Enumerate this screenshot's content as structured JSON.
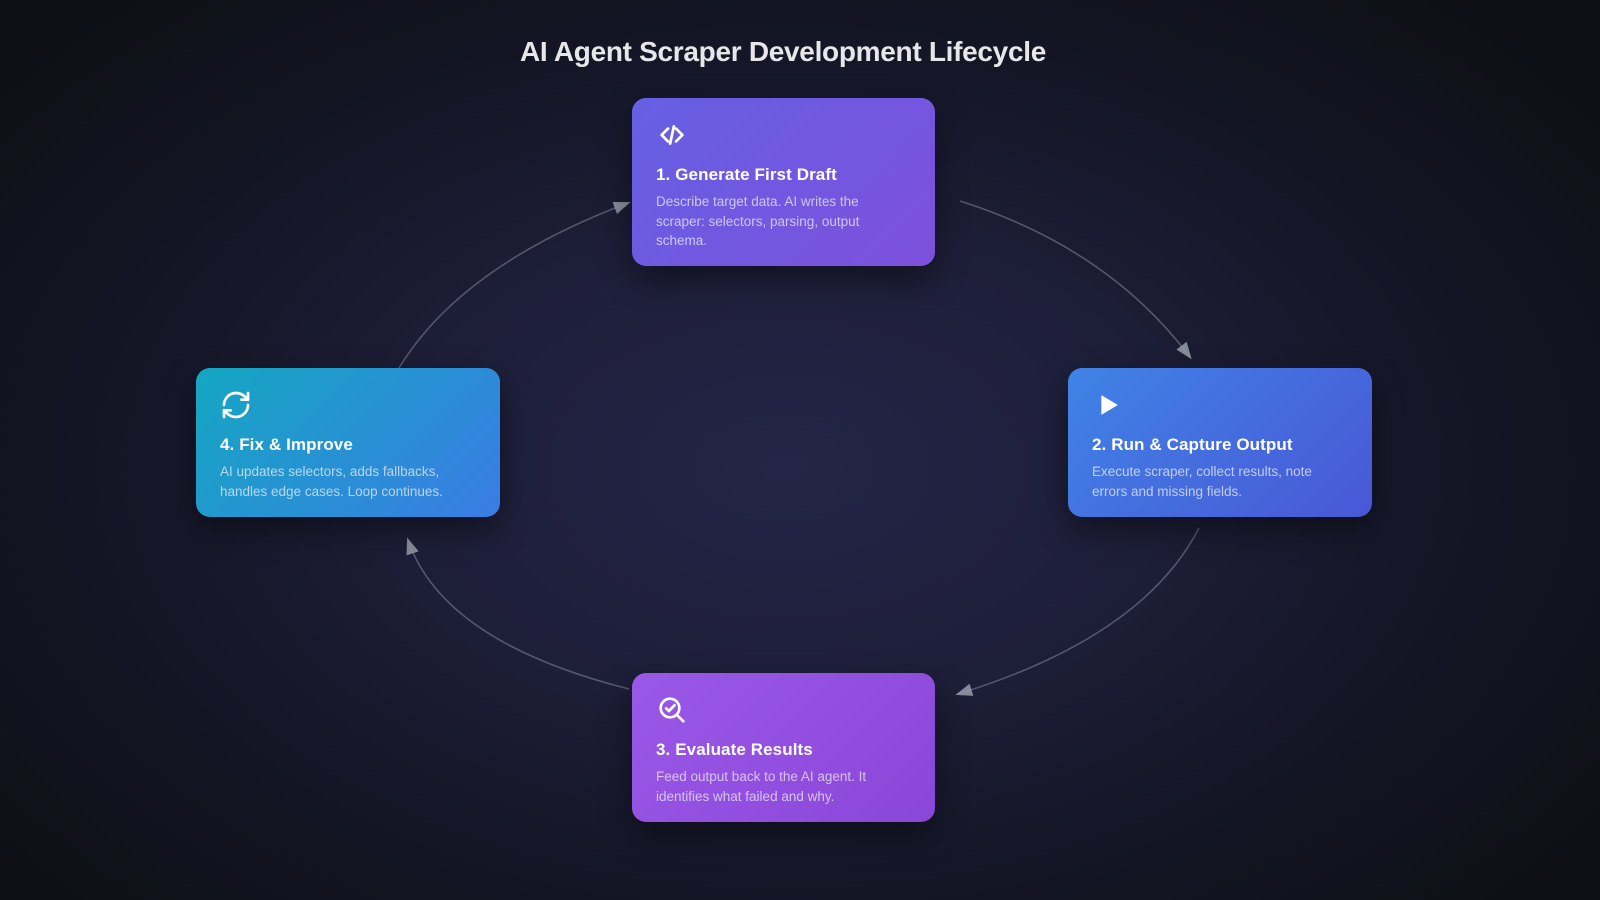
{
  "page": {
    "title": "AI Agent Scraper Development Lifecycle"
  },
  "colors": {
    "background_center": "#242548",
    "background_edge": "#0e1016",
    "title_text": "#e7e7ea",
    "arrow_line": "#8b91a3",
    "arrowhead": "#989daa",
    "card_title_text": "#ffffff",
    "card_description_text": "#f0f1fc"
  },
  "steps": [
    {
      "number": 1,
      "title": "1. Generate First Draft",
      "description": "Describe target data. AI writes the scraper: selectors, parsing, output schema.",
      "icon": "code-icon",
      "position": "top",
      "gradient_start": "#6560e4",
      "gradient_end": "#7e50dc"
    },
    {
      "number": 2,
      "title": "2. Run & Capture Output",
      "description": "Execute scraper, collect results, note errors and missing fields.",
      "icon": "play-icon",
      "position": "right",
      "gradient_start": "#3f83e6",
      "gradient_end": "#4a57d6"
    },
    {
      "number": 3,
      "title": "3. Evaluate Results",
      "description": "Feed output back to the AI agent. It identifies what failed and why.",
      "icon": "search-check-icon",
      "position": "bottom",
      "gradient_start": "#9a58e8",
      "gradient_end": "#8a46d8"
    },
    {
      "number": 4,
      "title": "4. Fix & Improve",
      "description": "AI updates selectors, adds fallbacks, handles edge cases. Loop continues.",
      "icon": "refresh-icon",
      "position": "left",
      "gradient_start": "#14a7c2",
      "gradient_end": "#3a7ce4"
    }
  ]
}
